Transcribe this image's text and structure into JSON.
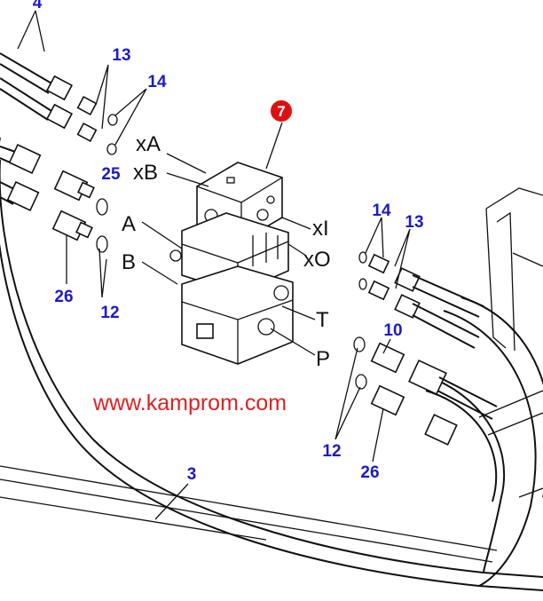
{
  "colors": {
    "part_number": "#1a1acc",
    "label": "#111111",
    "watermark": "#e02020",
    "callout_fill": "#e01010",
    "line": "#111111"
  },
  "callout": {
    "number": "7"
  },
  "part_numbers": {
    "p4": "4",
    "p13_left": "13",
    "p14_left": "14",
    "p25": "25",
    "p26_left": "26",
    "p12_left": "12",
    "p14_right": "14",
    "p13_right": "13",
    "p10": "10",
    "p12_right": "12",
    "p26_right": "26",
    "p3": "3"
  },
  "port_labels": {
    "xA": "xA",
    "xB": "xB",
    "A": "A",
    "B": "B",
    "xI": "xI",
    "xO": "xO",
    "T": "T",
    "P": "P"
  },
  "watermark": {
    "text": "www.kamprom.com"
  }
}
